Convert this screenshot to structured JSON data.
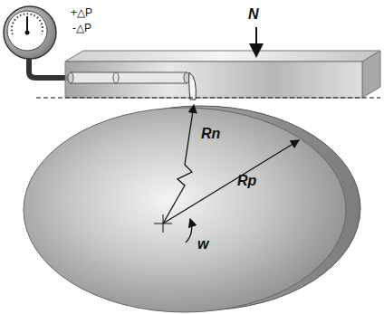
{
  "diagram": {
    "labels": [
      "+△P",
      "-△P",
      "N",
      "Rn",
      "Rp",
      "w"
    ]
  }
}
